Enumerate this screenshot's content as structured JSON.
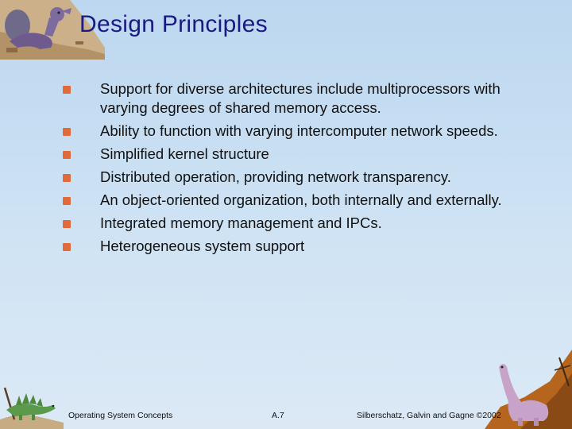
{
  "slide": {
    "title": "Design Principles",
    "bullets": [
      "Support for diverse architectures include multiprocessors with varying degrees of shared memory access.",
      "Ability to function with varying intercomputer network speeds.",
      "Simplified kernel structure",
      "Distributed operation, providing network transparency.",
      "An object-oriented organization, both internally and externally.",
      "Integrated memory management and IPCs.",
      "Heterogeneous system support"
    ]
  },
  "footer": {
    "course": "Operating System Concepts",
    "page": "A.7",
    "copyright": "Silberschatz, Galvin and  Gagne ©2002"
  },
  "colors": {
    "title": "#1a1a86",
    "bullet": "#e26a3a",
    "background": "#cfe3f4"
  },
  "icons": {
    "bullet": "square-bullet-icon",
    "top_left_art": "dinosaur-illustration",
    "bottom_left_art": "stegosaurus-illustration",
    "bottom_right_art": "long-neck-dinosaur-illustration"
  }
}
